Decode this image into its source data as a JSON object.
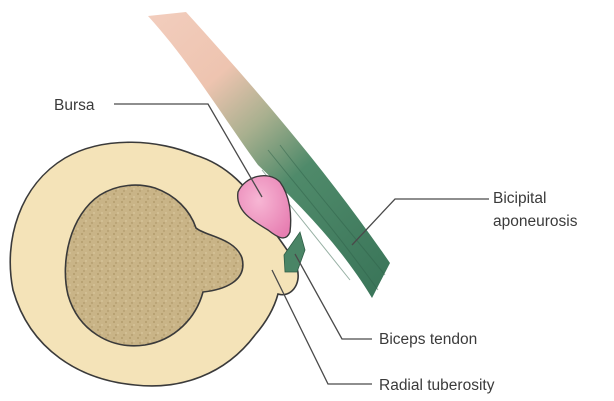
{
  "labels": {
    "bursa": "Bursa",
    "bicipital_line1": "Bicipital",
    "bicipital_line2": "aponeurosis",
    "biceps_tendon": "Biceps tendon",
    "radial_tuberosity": "Radial tuberosity"
  },
  "colors": {
    "bone_cortex": "#f4e3b8",
    "bone_outline": "#3a3a3a",
    "medulla": "#c7b284",
    "bursa": "#ee8fbd",
    "muscle_pink": "#efc5b3",
    "aponeurosis_green": "#3f7a5f",
    "label_text": "#3b3b3b"
  }
}
